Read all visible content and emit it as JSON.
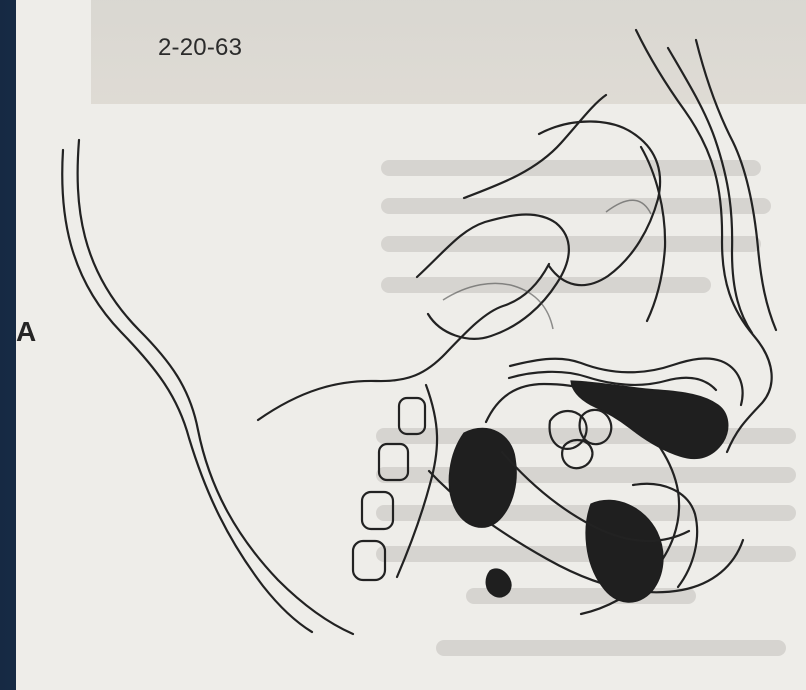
{
  "figure": {
    "date_label": "2-20-63",
    "panel_label": "A"
  },
  "colors": {
    "page": "#eeede9",
    "ink": "#222222",
    "blue_edge": "#26456c"
  },
  "icons": {
    "illustration": "cephalometric-profile-sketch"
  }
}
